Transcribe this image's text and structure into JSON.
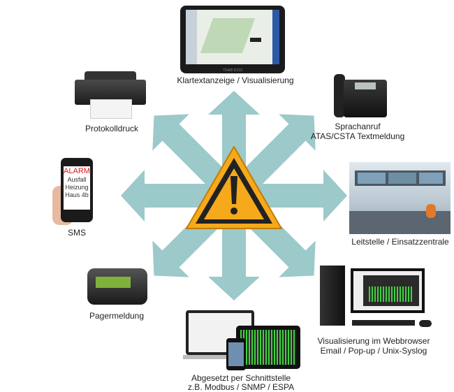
{
  "center": {
    "icon": "warning-triangle-icon",
    "color_fill": "#f5a91b",
    "color_border": "#222222"
  },
  "arrows": {
    "color": "#7fb9bb",
    "directions": [
      "up",
      "up-right",
      "right",
      "down-right",
      "down",
      "down-left",
      "left",
      "up-left"
    ]
  },
  "nodes": {
    "display": {
      "label": "Klartextanzeige / Visualisierung",
      "device_text": "T5400 D153"
    },
    "printer": {
      "label": "Protokolldruck"
    },
    "phone": {
      "label_1": "Sprachanruf",
      "label_2": "ATAS/CSTA Textmeldung"
    },
    "sms": {
      "label": "SMS",
      "screen_title": "ALARM",
      "screen_line_1": "Ausfall",
      "screen_line_2": "Heizung",
      "screen_line_3": "Haus 4b"
    },
    "control_room": {
      "label": "Leitstelle / Einsatzzentrale"
    },
    "pager": {
      "label": "Pagermeldung"
    },
    "webbrowser": {
      "label_1": "Visualisierung im Webbrowser",
      "label_2": "Email / Pop-up / Unix-Syslog"
    },
    "interface": {
      "label_1": "Abgesetzt per Schnittstelle",
      "label_2": "z.B. Modbus / SNMP / ESPA"
    }
  }
}
